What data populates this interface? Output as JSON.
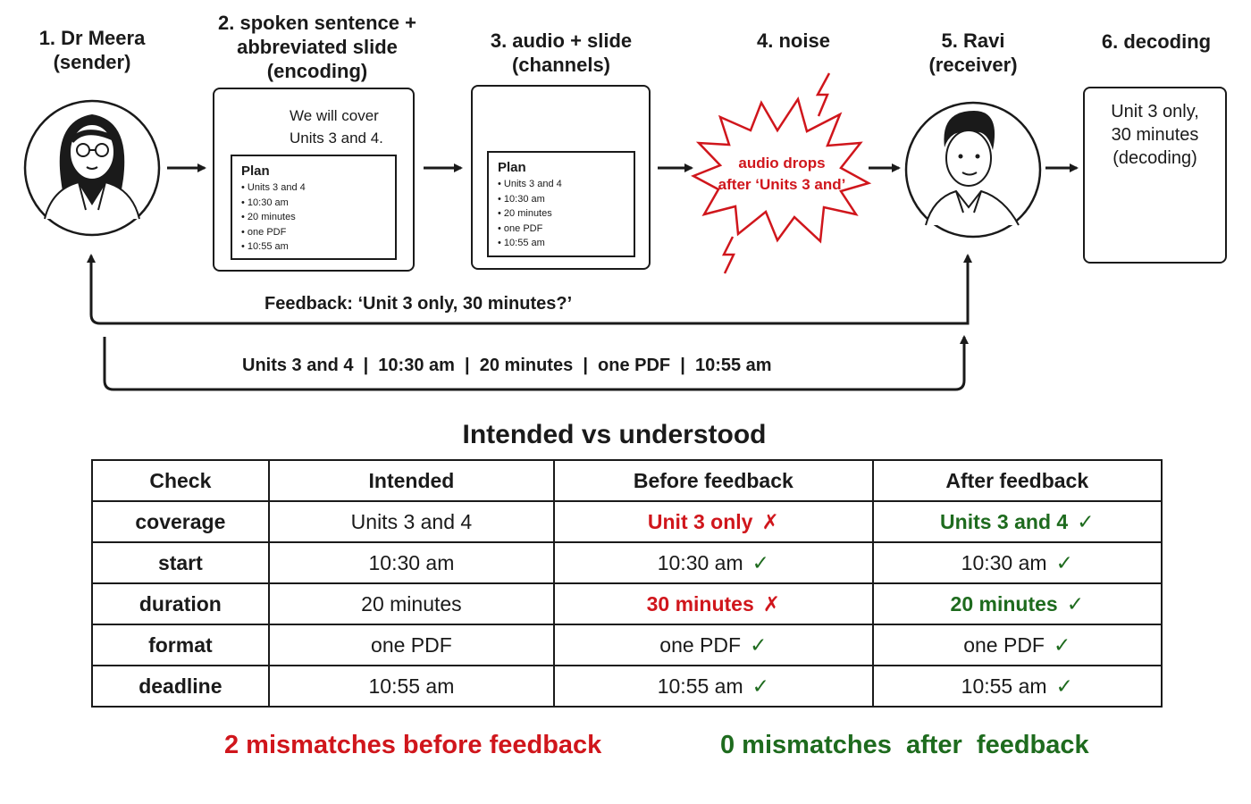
{
  "steps": [
    {
      "label": "1. Dr Meera\n(sender)"
    },
    {
      "label": "2. spoken sentence +\nabbreviated slide\n(encoding)"
    },
    {
      "label": "3. audio + slide\n(channels)"
    },
    {
      "label": "4. noise"
    },
    {
      "label": "5. Ravi\n(receiver)"
    },
    {
      "label": "6. decoding"
    }
  ],
  "encoding": {
    "speech": "We will cover\nUnits 3 and 4.",
    "slide_title": "Plan",
    "slide_bullets": [
      "Units 3 and 4",
      "10:30 am",
      "20 minutes",
      "one PDF",
      "10:55 am"
    ]
  },
  "channel": {
    "slide_title": "Plan",
    "slide_bullets": [
      "Units 3 and 4",
      "10:30 am",
      "20 minutes",
      "one PDF",
      "10:55 am"
    ]
  },
  "noise": {
    "text": "audio drops\nafter ‘Units 3 and’"
  },
  "decoding": {
    "text": "Unit 3 only,\n30 minutes\n(decoding)"
  },
  "feedback": {
    "question": "Feedback: ‘Unit 3 only, 30 minutes?’",
    "correction": "Units 3 and 4  |  10:30 am  |  20 minutes  |  one PDF  |  10:55 am"
  },
  "table": {
    "title": "Intended vs understood",
    "headers": [
      "Check",
      "Intended",
      "Before feedback",
      "After feedback"
    ],
    "rows": [
      {
        "check": "coverage",
        "intended": "Units 3 and 4",
        "before": "Unit 3 only",
        "before_ok": false,
        "after": "Units 3 and 4",
        "after_changed": true
      },
      {
        "check": "start",
        "intended": "10:30 am",
        "before": "10:30 am",
        "before_ok": true,
        "after": "10:30 am",
        "after_changed": false
      },
      {
        "check": "duration",
        "intended": "20 minutes",
        "before": "30 minutes",
        "before_ok": false,
        "after": "20 minutes",
        "after_changed": true
      },
      {
        "check": "format",
        "intended": "one PDF",
        "before": "one PDF",
        "before_ok": true,
        "after": "one PDF",
        "after_changed": false
      },
      {
        "check": "deadline",
        "intended": "10:55 am",
        "before": "10:55 am",
        "before_ok": true,
        "after": "10:55 am",
        "after_changed": false
      }
    ]
  },
  "summary": {
    "before": "2 mismatches before feedback",
    "after": "0 mismatches  after  feedback"
  },
  "colors": {
    "ink": "#1a1a1a",
    "mismatch": "#d0161c",
    "match": "#1e6b1e"
  },
  "icons": {
    "check": "✓",
    "cross": "✗"
  }
}
